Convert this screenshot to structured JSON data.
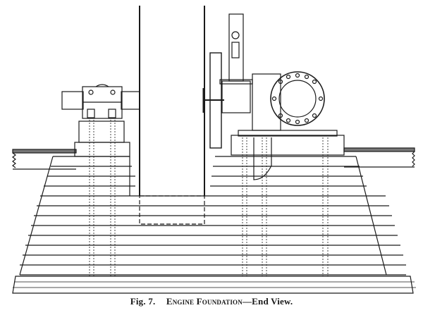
{
  "figure": {
    "number_label": "Fig. 7.",
    "title": "Engine Foundation",
    "subtitle": "—End View.",
    "ink_color": "#1a1a1a",
    "paper_color": "#ffffff",
    "components": [
      {
        "name": "outboard-bearing-pedestal",
        "side": "left"
      },
      {
        "name": "flywheel",
        "side": "center"
      },
      {
        "name": "engine-cylinder",
        "side": "right"
      },
      {
        "name": "steam-pipe-flange",
        "side": "right"
      },
      {
        "name": "governor",
        "side": "right-top"
      },
      {
        "name": "stepped-brick-foundation",
        "side": "bottom"
      },
      {
        "name": "rubble-footing",
        "side": "bottom"
      },
      {
        "name": "floor-beams",
        "side": "both"
      },
      {
        "name": "anchor-bolts",
        "side": "both"
      }
    ]
  }
}
